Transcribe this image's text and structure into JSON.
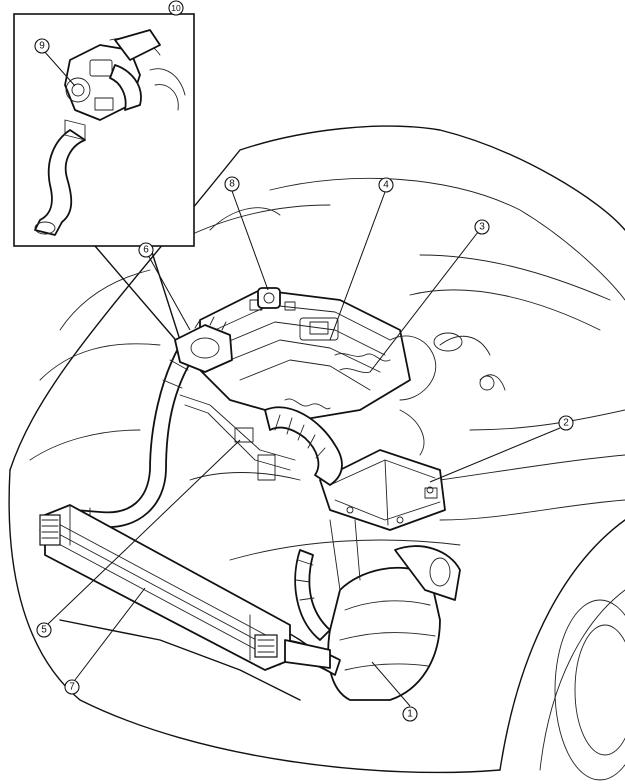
{
  "callouts": [
    {
      "id": "1",
      "label": "①"
    },
    {
      "id": "2",
      "label": "②"
    },
    {
      "id": "3",
      "label": "③"
    },
    {
      "id": "4",
      "label": "④"
    },
    {
      "id": "5",
      "label": "⑤"
    },
    {
      "id": "6",
      "label": "⑥"
    },
    {
      "id": "7",
      "label": "⑦"
    },
    {
      "id": "8",
      "label": "⑧"
    },
    {
      "id": "9",
      "label": "⑨"
    },
    {
      "id": "10",
      "label": "⑩"
    }
  ],
  "colors": {
    "line": "#111111",
    "background": "#ffffff"
  }
}
